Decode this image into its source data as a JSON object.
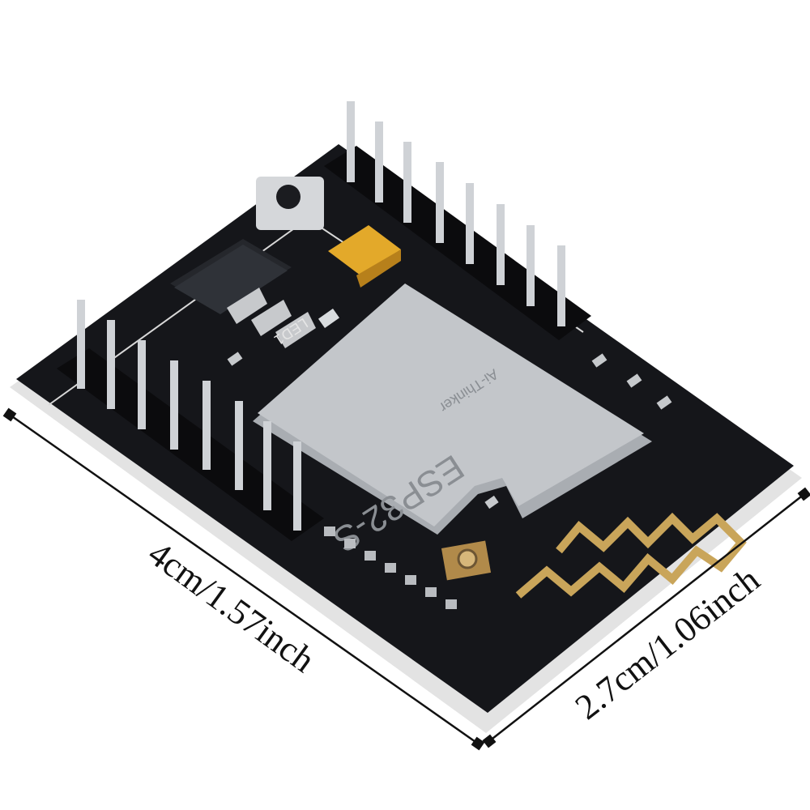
{
  "image": {
    "subject": "microcontroller development board with Wi-Fi module and pin headers",
    "colors": {
      "background": "#ffffff",
      "pcb": "#15161a",
      "pcb_edge": "#e6e6e6",
      "shield": "#b9bcc0",
      "antenna": "#c9a55a",
      "pins": "#cfd2d6",
      "header": "#0b0b0d",
      "capacitor": "#e3a92a"
    }
  },
  "dimensions": {
    "length": "4cm/1.57inch",
    "width": "2.7cm/1.06inch"
  },
  "silkscreen": {
    "module_text": "ESP32-S",
    "led_label": "LED1",
    "module_brand": "Ai-Thinker"
  },
  "icons": {
    "length_arrow": "dimension-arrow-icon",
    "width_arrow": "dimension-arrow-icon"
  }
}
